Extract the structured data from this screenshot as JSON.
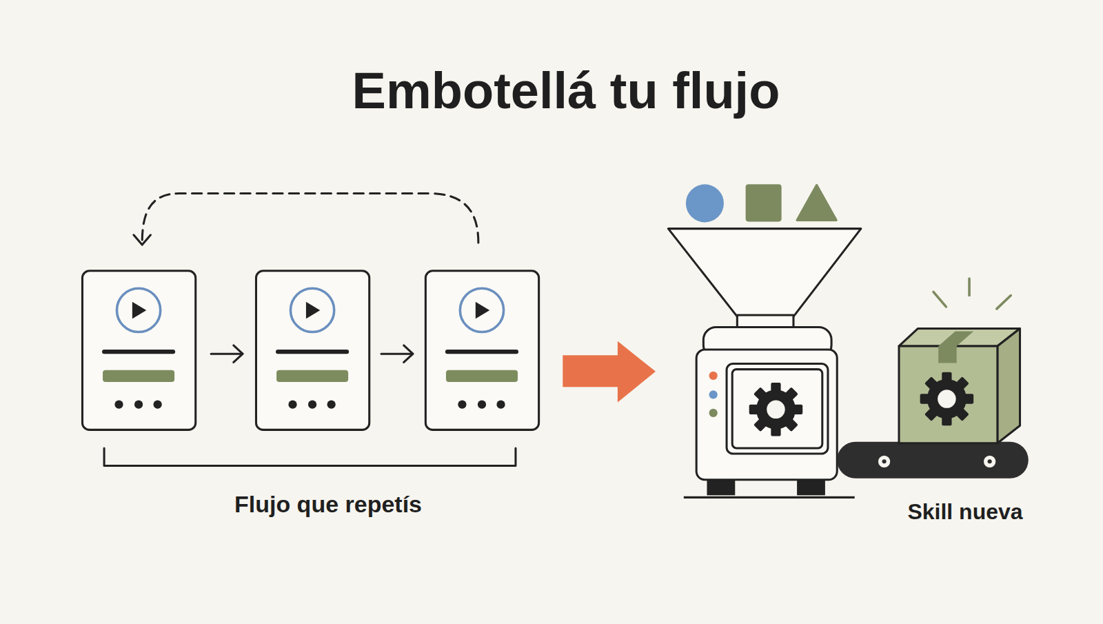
{
  "diagram": {
    "title": "Embotellá tu flujo",
    "labels": [
      "Flujo que repetís",
      "Skill nueva"
    ]
  }
}
